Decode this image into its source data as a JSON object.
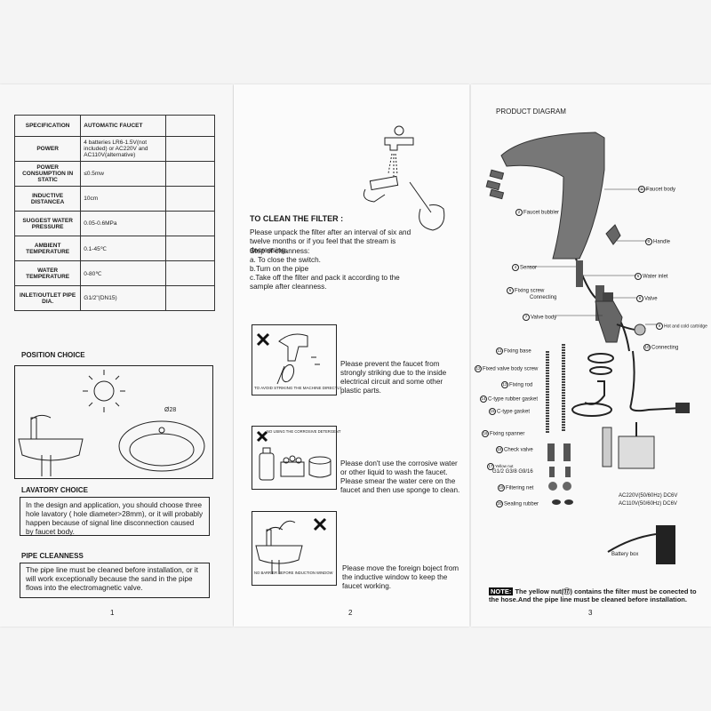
{
  "page1": {
    "spec_table": [
      {
        "label": "SPECIFICATION",
        "value": "AUTOMATIC FAUCET"
      },
      {
        "label": "POWER",
        "value": "4 batteries LR6-1.5V(not included) or AC220V and AC110V(alternative)"
      },
      {
        "label": "POWER CONSUMPTION IN STATIC",
        "value": "≤0.5mw"
      },
      {
        "label": "INDUCTIVE DISTANCEA",
        "value": "10cm"
      },
      {
        "label": "SUGGEST WATER PRESSURE",
        "value": "0.05-0.6MPa"
      },
      {
        "label": "AMBIENT TEMPERATURE",
        "value": "0.1-45℃"
      },
      {
        "label": "WATER TEMPERATURE",
        "value": "0-80℃"
      },
      {
        "label": "INLET/OUTLET PIPE DIA.",
        "value": "G1/2\"(DN15)"
      }
    ],
    "position_choice_title": "POSITION CHOICE",
    "hole_label": "Ø28",
    "lavatory_title": "LAVATORY CHOICE",
    "lavatory_text": "In the design and application, you should choose three hole lavatory ( hole diameter>28mm), or it will probably happen because of signal line disconnection caused by faucet body.",
    "pipe_title": "PIPE CLEANNESS",
    "pipe_text": "The pipe line must be cleaned before installation, or it will work exceptionally because the sand in the pipe flows into the electromagnetic valve.",
    "page_number": "1"
  },
  "page2": {
    "filter_title": "TO CLEAN THE FILTER :",
    "filter_text": "Please unpack the filter after an interval of six and twelve months or if you feel that the stream is decreasing.",
    "steps_title": "Step of cleanness:",
    "step_a": "a. To close the switch.",
    "step_b": "b.Turn on the pipe",
    "step_c": "c.Take off the filter and pack it according to the sample after cleanness.",
    "warn1_caption": "TO AVOID STRIKING THE MACHINE DIRECTLY",
    "warn1_text": "Please prevent the faucet from strongly striking due to the inside electrical circuit and some other plastic parts.",
    "warn2_caption": "NO USING THE CORROSIVE DETERGENT",
    "warn2_text": "Please don't use the corrosive water or other liquid to wash the faucet. Please smear the water cere on the faucet and then use sponge to clean.",
    "warn3_caption": "NO BARRIER BEFORE INDUCTION WINDOW",
    "warn3_text": "Please move the foreign boject from the inductive window to keep the faucet working.",
    "page_number": "2"
  },
  "page3": {
    "title": "PRODUCT DIAGRAM",
    "parts": {
      "faucet_body": "Faucet body",
      "faucet_bubbler": "Faucet bubbler",
      "handle": "Handle",
      "sensor": "Sensor",
      "water_inlet": "Water inlet",
      "fixing_screw": "Fixing screw",
      "connecting": "Connecting",
      "valve": "Valve",
      "valve_body": "Valve body",
      "cartridge": "Hot and cold cartridge",
      "connecting2": "Connecting",
      "fixing_base": "Fixing base",
      "fixed_valve_screw": "Fixed valve body screw",
      "fixing_rod": "Fixing rod",
      "c_rubber_gasket": "C-type rubber gasket",
      "c_gasket": "C-type gasket",
      "fixing_spanner": "Fixing spanner",
      "check_valve": "Check valve",
      "yellow_nut": "Yellow nut",
      "thread_sizes": "G1/2  G3/8  G9/16",
      "filtering_net": "Filtering net",
      "sealing_rubber": "Sealing rubber",
      "ac220": "AC220V(50/60Hz) DC6V",
      "ac110": "AC110V(50/60Hz) DC6V",
      "battery_box": "Battery box"
    },
    "note_tag": "NOTE:",
    "note_text": "The yellow nut(⑰) contains the filter must be conected to the hose.And the pipe line must be cleaned before installation.",
    "page_number": "3"
  },
  "colors": {
    "ink": "#1a1a1a",
    "note_bg": "#111111",
    "faucet": "#6e6e6e"
  }
}
